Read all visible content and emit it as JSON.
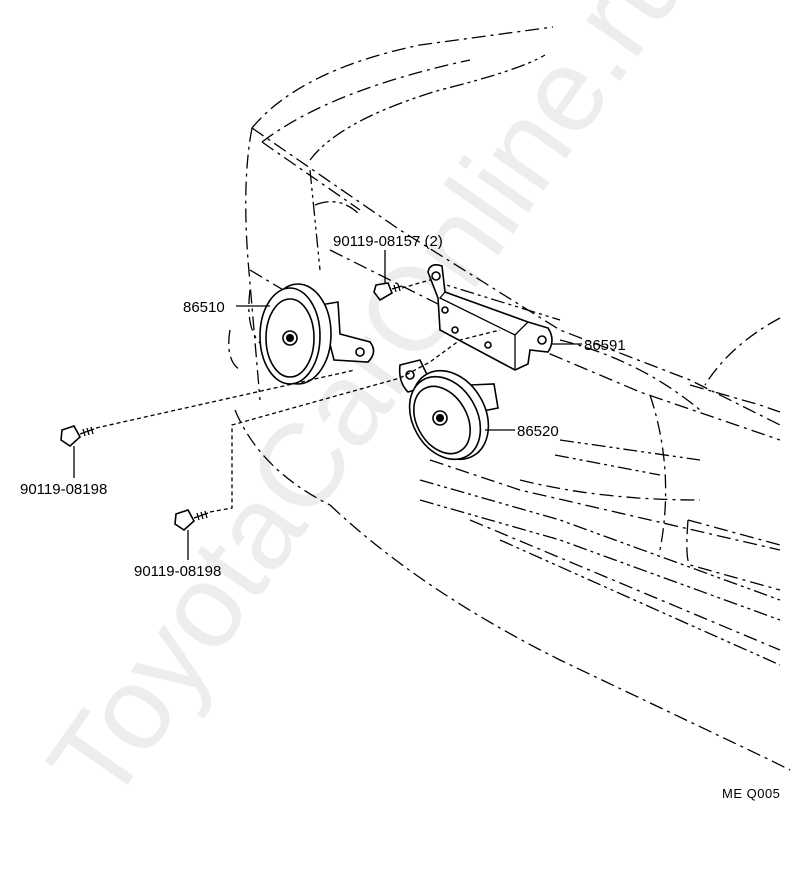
{
  "labels": {
    "bolt_bracket": "90119-08157 (2)",
    "horn_low": "86510",
    "bracket": "86591",
    "horn_high": "86520",
    "bolt_left": "90119-08198",
    "bolt_lower": "90119-08198"
  },
  "diagram_code": "ME  Q005",
  "watermark": "ToyotaCarOnline.ru"
}
